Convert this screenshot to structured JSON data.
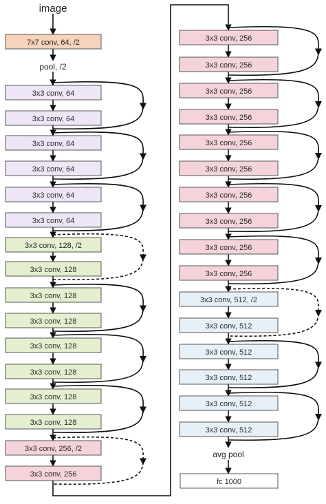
{
  "input_label": "image",
  "left_column": [
    {
      "text": "7x7 conv, 64, /2",
      "color": "#f7d2bd"
    },
    {
      "text": "3x3 conv, 64",
      "color": "#eee6f6"
    },
    {
      "text": "3x3 conv, 64",
      "color": "#eee6f6"
    },
    {
      "text": "3x3 conv, 64",
      "color": "#eee6f6"
    },
    {
      "text": "3x3 conv, 64",
      "color": "#eee6f6"
    },
    {
      "text": "3x3 conv, 64",
      "color": "#eee6f6"
    },
    {
      "text": "3x3 conv, 64",
      "color": "#eee6f6"
    },
    {
      "text": "3x3 conv, 128, /2",
      "color": "#e3efcf"
    },
    {
      "text": "3x3 conv, 128",
      "color": "#e3efcf"
    },
    {
      "text": "3x3 conv, 128",
      "color": "#e3efcf"
    },
    {
      "text": "3x3 conv, 128",
      "color": "#e3efcf"
    },
    {
      "text": "3x3 conv, 128",
      "color": "#e3efcf"
    },
    {
      "text": "3x3 conv, 128",
      "color": "#e3efcf"
    },
    {
      "text": "3x3 conv, 128",
      "color": "#e3efcf"
    },
    {
      "text": "3x3 conv, 128",
      "color": "#e3efcf"
    },
    {
      "text": "3x3 conv, 256, /2",
      "color": "#f4d3da"
    },
    {
      "text": "3x3 conv, 256",
      "color": "#f4d3da"
    }
  ],
  "pool_label": "pool, /2",
  "right_column": [
    {
      "text": "3x3 conv, 256",
      "color": "#f4d3da"
    },
    {
      "text": "3x3 conv, 256",
      "color": "#f4d3da"
    },
    {
      "text": "3x3 conv, 256",
      "color": "#f4d3da"
    },
    {
      "text": "3x3 conv, 256",
      "color": "#f4d3da"
    },
    {
      "text": "3x3 conv, 256",
      "color": "#f4d3da"
    },
    {
      "text": "3x3 conv, 256",
      "color": "#f4d3da"
    },
    {
      "text": "3x3 conv, 256",
      "color": "#f4d3da"
    },
    {
      "text": "3x3 conv, 256",
      "color": "#f4d3da"
    },
    {
      "text": "3x3 conv, 256",
      "color": "#f4d3da"
    },
    {
      "text": "3x3 conv, 256",
      "color": "#f4d3da"
    },
    {
      "text": "3x3 conv, 512, /2",
      "color": "#e7f0f7"
    },
    {
      "text": "3x3 conv, 512",
      "color": "#e7f0f7"
    },
    {
      "text": "3x3 conv, 512",
      "color": "#e7f0f7"
    },
    {
      "text": "3x3 conv, 512",
      "color": "#e7f0f7"
    },
    {
      "text": "3x3 conv, 512",
      "color": "#e7f0f7"
    },
    {
      "text": "3x3 conv, 512",
      "color": "#e7f0f7"
    }
  ],
  "avg_pool_label": "avg pool",
  "fc_label": "fc 1000",
  "fc_color": "#ffffff",
  "shortcut_styles": {
    "left": [
      "solid",
      "solid",
      "solid",
      "dashed",
      "solid",
      "solid",
      "solid",
      "dashed"
    ],
    "right": [
      "solid",
      "solid",
      "solid",
      "solid",
      "solid",
      "dashed",
      "solid",
      "solid"
    ]
  },
  "colors": {
    "stroke": "#555555",
    "arrow": "#111111"
  }
}
